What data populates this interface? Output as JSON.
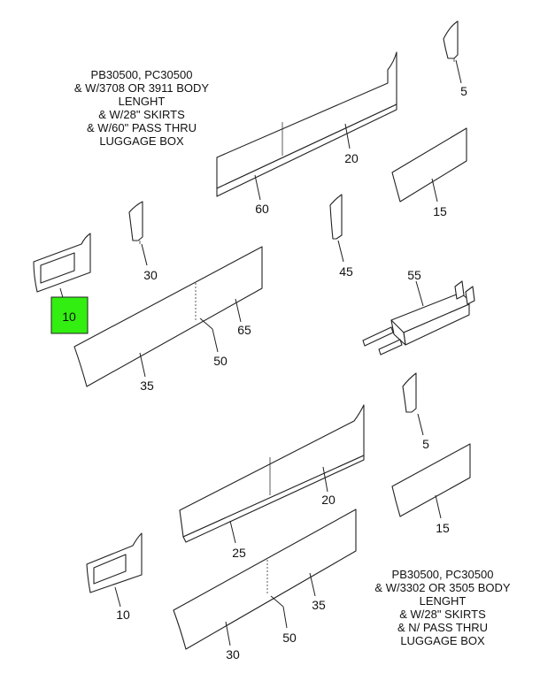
{
  "notes": {
    "top": [
      "PB30500, PC30500",
      "& W/3708 OR 3911 BODY",
      "LENGHT",
      "& W/28\" SKIRTS",
      "& W/60\" PASS THRU",
      "LUGGAGE BOX"
    ],
    "bottom": [
      "PB30500, PC30500",
      "& W/3302 OR 3505 BODY",
      "LENGHT",
      "& W/28\" SKIRTS",
      "& N/ PASS THRU",
      "LUGGAGE BOX"
    ]
  },
  "callouts": {
    "top_5": "5",
    "top_20": "20",
    "top_60": "60",
    "top_15": "15",
    "top_30": "30",
    "top_45": "45",
    "top_55": "55",
    "top_10": "10",
    "top_65": "65",
    "top_50": "50",
    "top_35": "35",
    "bottom_5": "5",
    "bottom_20": "20",
    "bottom_15": "15",
    "bottom_25": "25",
    "bottom_10": "10",
    "bottom_35": "35",
    "bottom_50": "50",
    "bottom_30": "30"
  },
  "highlight": {
    "callout": "10",
    "color": "#33ee11"
  }
}
